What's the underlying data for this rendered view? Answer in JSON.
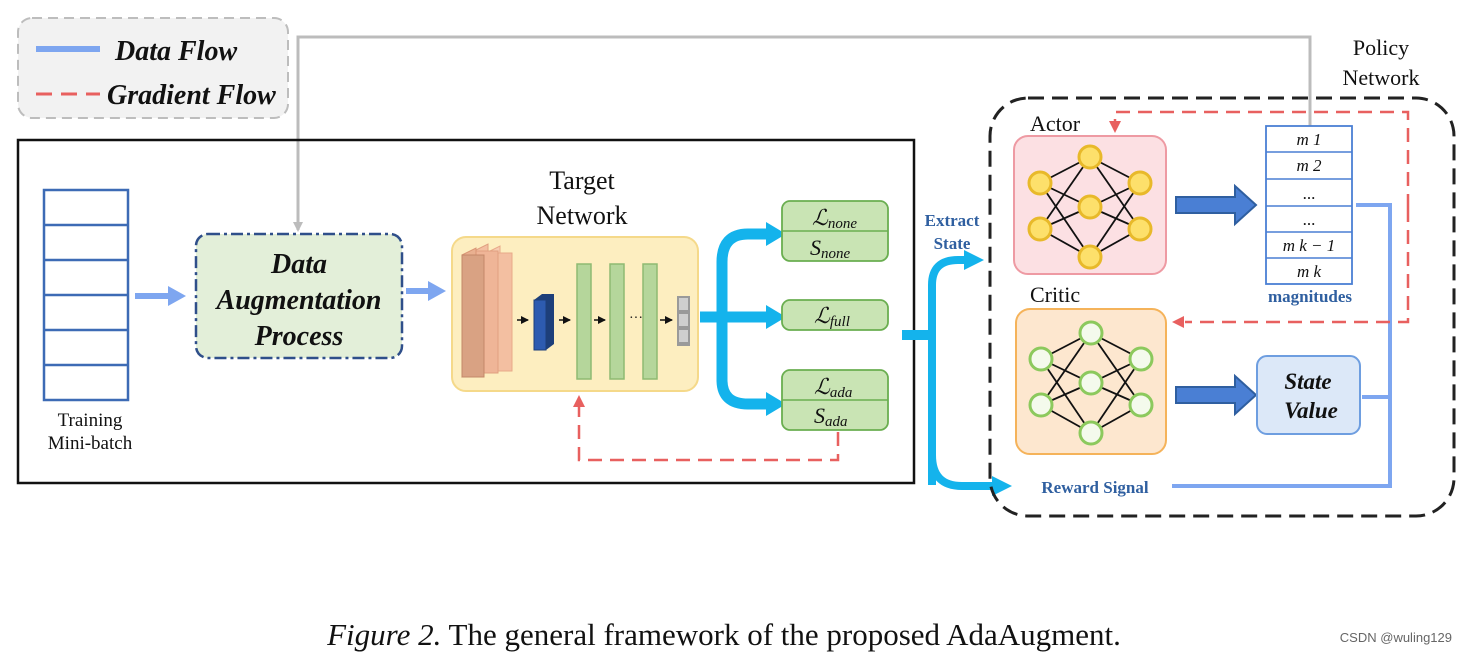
{
  "legend": {
    "data_flow_label": "Data Flow",
    "gradient_flow_label": "Gradient Flow",
    "data_flow_color": "#7ea6f0",
    "gradient_flow_color": "#e8605f"
  },
  "input": {
    "label_line1": "Training",
    "label_line2": "Mini-batch"
  },
  "augmentation": {
    "line1": "Data",
    "line2": "Augmentation",
    "line3": "Process"
  },
  "target_network": {
    "title_line1": "Target",
    "title_line2": "Network",
    "dots": "···"
  },
  "losses": {
    "none_loss_main": "ℒ",
    "none_loss_sub": "none",
    "none_state_main": "S",
    "none_state_sub": "none",
    "full_loss_main": "ℒ",
    "full_loss_sub": "full",
    "ada_loss_main": "ℒ",
    "ada_loss_sub": "ada",
    "ada_state_main": "S",
    "ada_state_sub": "ada"
  },
  "extract_state": {
    "line1": "Extract",
    "line2": "State"
  },
  "policy_network": {
    "title_line1": "Policy",
    "title_line2": "Network",
    "actor_label": "Actor",
    "critic_label": "Critic",
    "magnitudes_label": "magnitudes",
    "magnitudes": [
      "m 1",
      "m 2",
      "...",
      "...",
      "m k − 1",
      "m k"
    ],
    "state_value_line1": "State",
    "state_value_line2": "Value",
    "reward_signal": "Reward Signal"
  },
  "caption": {
    "figure_label": "Figure 2.",
    "text": " The general framework of the proposed AdaAugment."
  },
  "watermark": "CSDN @wuling129"
}
